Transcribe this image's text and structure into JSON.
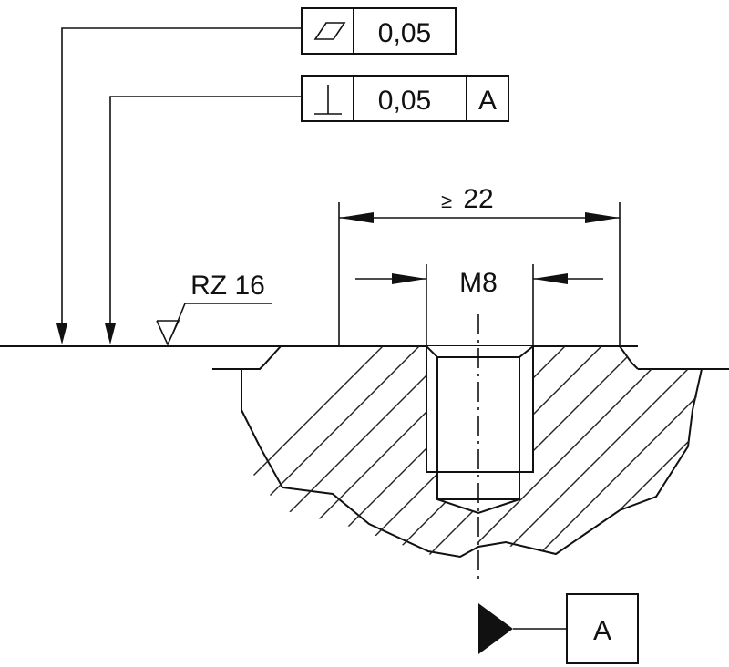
{
  "drawing": {
    "flatness_frame": {
      "symbol": "flatness-icon",
      "tolerance": "0,05"
    },
    "perpendicularity_frame": {
      "symbol": "perpendicularity-icon",
      "tolerance": "0,05",
      "datum": "A"
    },
    "dimension_width": {
      "value": "22",
      "prefix": "≥"
    },
    "thread_label": "M8",
    "surface_roughness": "RZ 16",
    "datum_label": "A",
    "colors": {
      "line": "#111111",
      "background": "#ffffff"
    }
  }
}
